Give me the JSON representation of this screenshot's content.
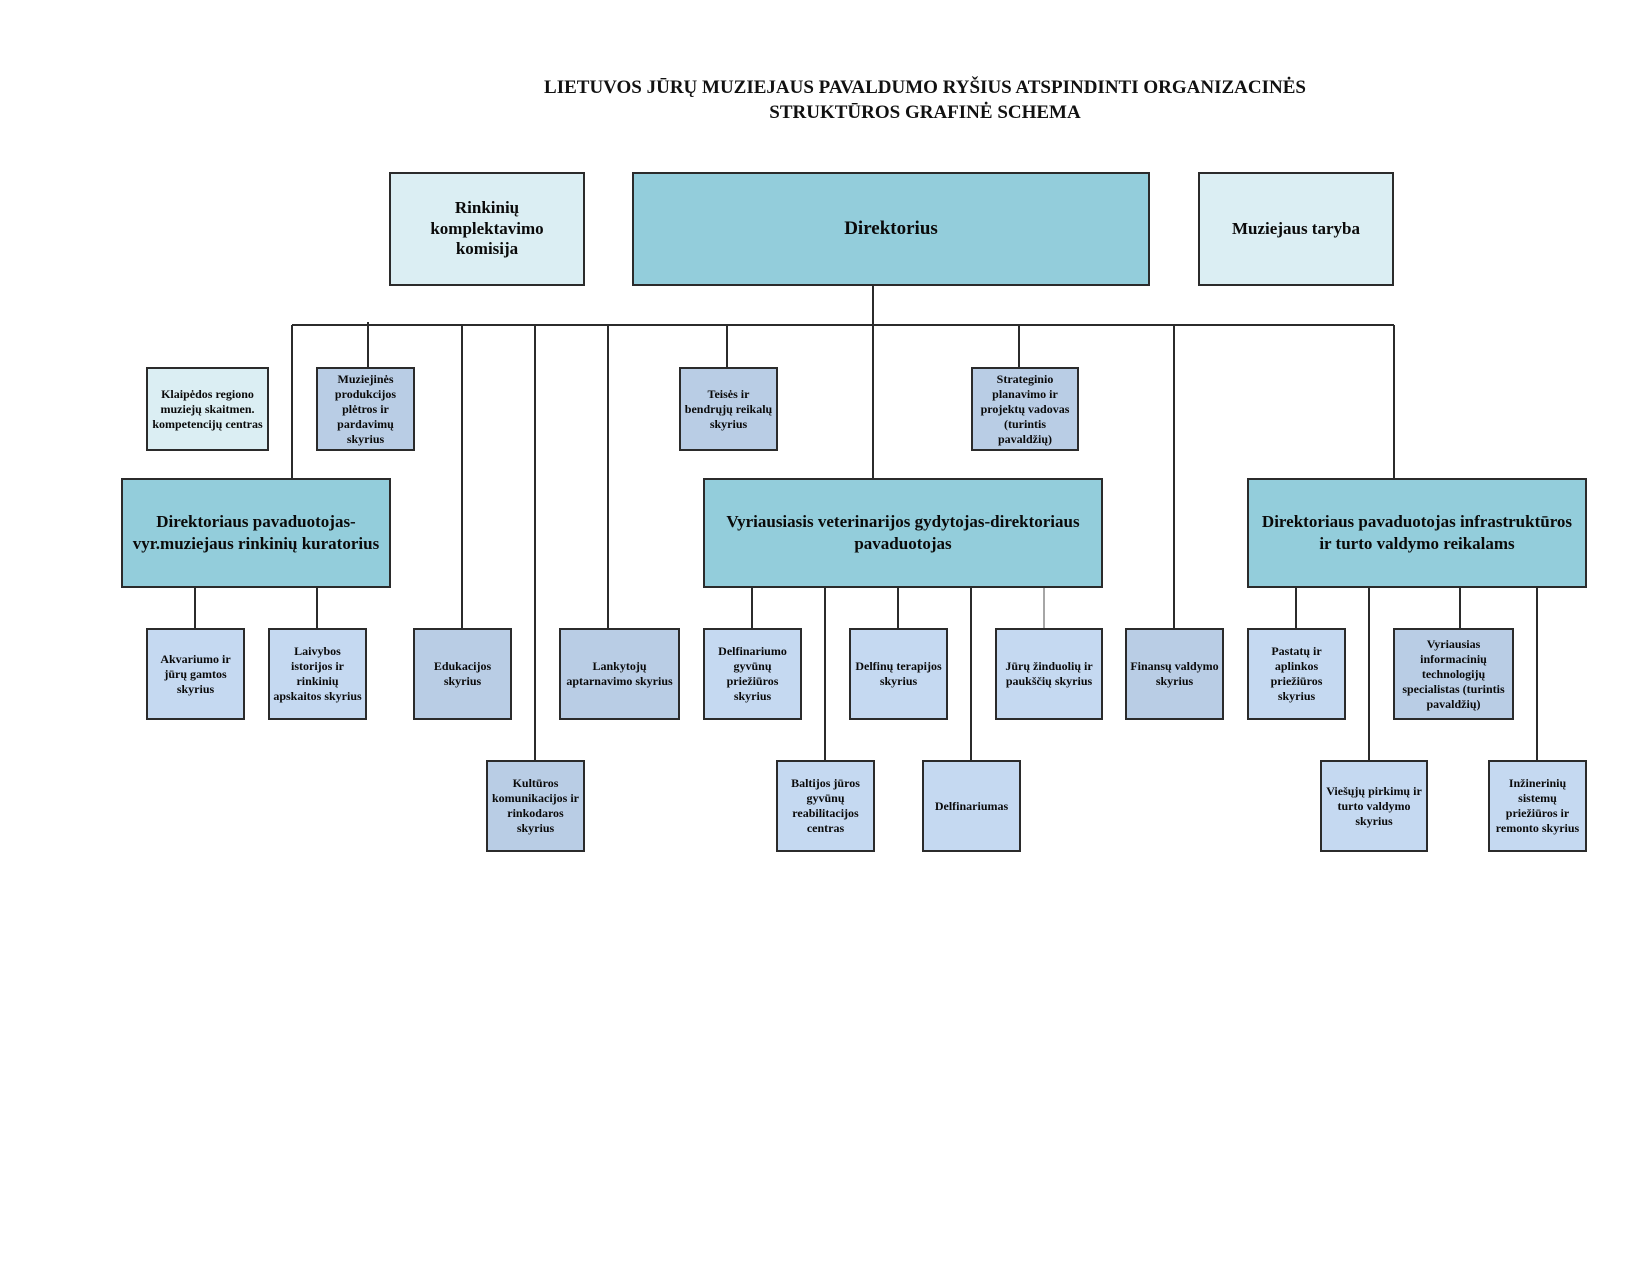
{
  "title": {
    "line1": "LIETUVOS JŪRŲ MUZIEJAUS PAVALDUMO RYŠIUS ATSPINDINTI ORGANIZACINĖS",
    "line2": "STRUKTŪROS GRAFINĖ SCHEMA"
  },
  "top": {
    "commission": "Rinkinių komplektavimo komisija",
    "director": "Direktorius",
    "council": "Muziejaus taryba"
  },
  "staff": {
    "klaipeda_center": "Klaipėdos regiono muziejų skaitmen. kompetencijų centras",
    "museum_products": "Muziejinės produkcijos plėtros ir pardavimų skyrius",
    "law_general": "Teisės ir bendrųjų reikalų skyrius",
    "strategic_planning": "Strateginio planavimo ir projektų vadovas (turintis pavaldžių)"
  },
  "deputies": {
    "collections": "Direktoriaus pavaduotojas- vyr.muziejaus rinkinių kuratorius",
    "veterinary": "Vyriausiasis veterinarijos gydytojas-direktoriaus pavaduotojas",
    "infrastructure": "Direktoriaus pavaduotojas infrastruktūros ir  turto valdymo reikalams"
  },
  "departments": {
    "aquarium": "Akvariumo ir jūrų gamtos skyrius",
    "shipping_history": "Laivybos istorijos ir rinkinių apskaitos skyrius",
    "education": "Edukacijos skyrius",
    "culture_comm": "Kultūros komunikacijos ir rinkodaros skyrius",
    "visitors": "Lankytojų aptarnavimo skyrius",
    "dolphinarium_care": "Delfinariumo gyvūnų priežiūros skyrius",
    "baltic_rehab": "Baltijos jūros gyvūnų reabilitacijos centras",
    "dolphin_therapy": "Delfinų terapijos skyrius",
    "dolphinarium": "Delfinariumas",
    "marine_mammals": "Jūrų žinduolių ir paukščių skyrius",
    "finance": "Finansų valdymo skyrius",
    "buildings": "Pastatų ir aplinkos priežiūros skyrius",
    "public_procurement": "Viešųjų pirkimų ir turto valdymo skyrius",
    "it_specialist": "Vyriausias informacinių technologijų specialistas (turintis pavaldžių)",
    "engineering": "Inžinerinių sistemų priežiūros ir remonto skyrius"
  },
  "colors": {
    "primary": "#93cddb",
    "light": "#dbeef3",
    "dept_a": "#b9cde5",
    "dept_b": "#c5d9f1",
    "border": "#2b2b2b"
  }
}
